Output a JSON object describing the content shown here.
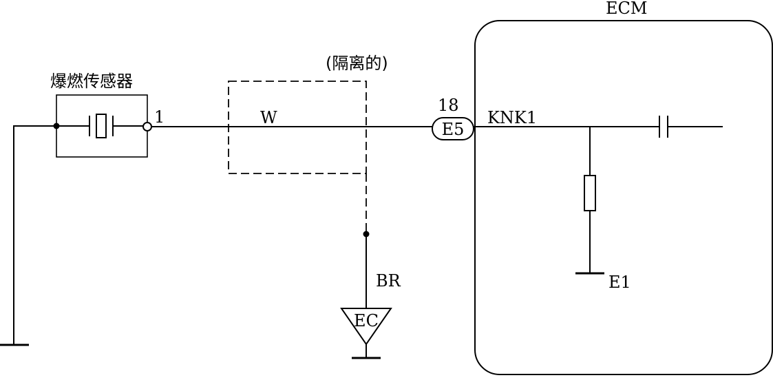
{
  "labels": {
    "sensor_name": "爆燃传感器",
    "sensor_pin": "1",
    "wire_color": "W",
    "shield_note": "(隔离的)",
    "connector_pin": "18",
    "connector_id": "E5",
    "signal_name": "KNK1",
    "ecm_name": "ECM",
    "shield_wire_color": "BR",
    "shield_ground": "EC",
    "ecm_ground": "E1"
  },
  "colors": {
    "line": "#000000",
    "background": "#ffffff"
  }
}
